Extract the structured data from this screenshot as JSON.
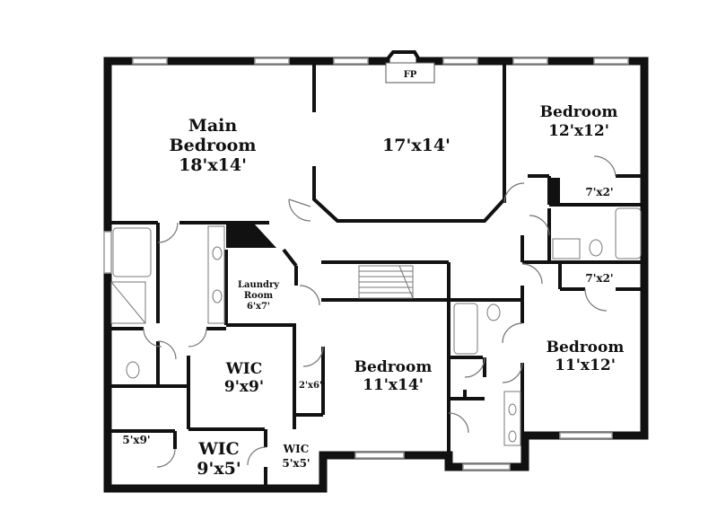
{
  "rooms": {
    "main_bedroom": {
      "name_line1": "Main",
      "name_line2": "Bedroom",
      "size": "18'x14'"
    },
    "sitting": {
      "size": "17'x14'"
    },
    "fireplace": {
      "label": "FP"
    },
    "bedroom_ne": {
      "name": "Bedroom",
      "size": "12'x12'"
    },
    "closet_ne": {
      "size": "7'x2'"
    },
    "closet_e": {
      "size": "7'x2'"
    },
    "bedroom_e": {
      "name": "Bedroom",
      "size": "11'x12'"
    },
    "laundry": {
      "name_line1": "Laundry",
      "name_line2": "Room",
      "size": "6'x7'"
    },
    "bedroom_center": {
      "name": "Bedroom",
      "size": "11'x14'"
    },
    "wic_main": {
      "name": "WIC",
      "size": "9'x9'"
    },
    "closet_small": {
      "size": "2'x6'"
    },
    "room_sw": {
      "size": "5'x9'"
    },
    "wic_south": {
      "name": "WIC",
      "size": "9'x5'"
    },
    "wic_small": {
      "name": "WIC",
      "size": "5'x5'"
    }
  },
  "colors": {
    "wall": "#111111",
    "fixture": "#555555",
    "background": "#ffffff"
  }
}
